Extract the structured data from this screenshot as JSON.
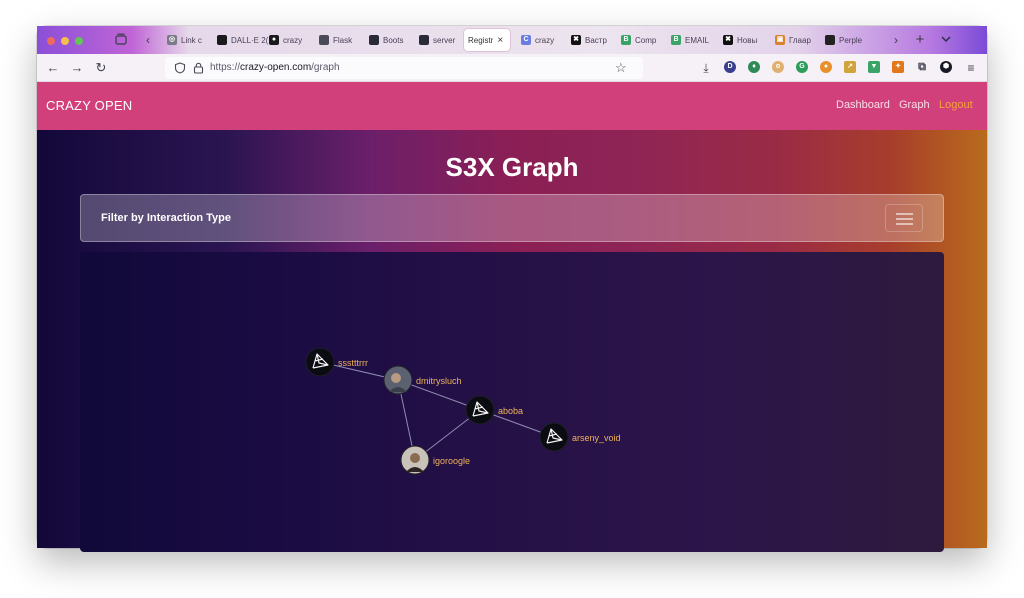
{
  "browser": {
    "tabs": [
      {
        "label": "Link c",
        "icon": "globe-icon",
        "color": "#7a7a86"
      },
      {
        "label": "DALL·E 2(",
        "icon": "openai-icon",
        "color": "#1a1a1a"
      },
      {
        "label": "crazy",
        "icon": "github-icon",
        "color": "#1a1a1a"
      },
      {
        "label": "Flask",
        "icon": "table-icon",
        "color": "#4a4a58"
      },
      {
        "label": "Boots",
        "icon": "bootstrap-icon",
        "color": "#2a2a38"
      },
      {
        "label": "server",
        "icon": "server-icon",
        "color": "#2a2a38"
      },
      {
        "label": "Registr",
        "icon": "none",
        "color": "#ffffff",
        "active": true
      },
      {
        "label": "crazy",
        "icon": "c-icon",
        "color": "#6a7ee0"
      },
      {
        "label": "Вастр",
        "icon": "x-icon",
        "color": "#111111"
      },
      {
        "label": "Comp",
        "icon": "b-icon",
        "color": "#3aa468"
      },
      {
        "label": "EMAIL",
        "icon": "b-icon",
        "color": "#3aa468"
      },
      {
        "label": "Новы",
        "icon": "x-icon",
        "color": "#111111"
      },
      {
        "label": "Глаар",
        "icon": "image-icon",
        "color": "#d9822b"
      },
      {
        "label": "Perple",
        "icon": "perplexity-icon",
        "color": "#222222"
      }
    ],
    "url_prefix": "https://",
    "url_host": "crazy-open.com",
    "url_path": "/graph"
  },
  "site": {
    "brand": "CRAZY OPEN",
    "nav": {
      "dashboard": "Dashboard",
      "graph": "Graph",
      "logout": "Logout"
    },
    "title": "S3X Graph",
    "filter_label": "Filter by Interaction Type",
    "colors": {
      "header": "#d2407b",
      "logout": "#f5a23c",
      "node_label": "#f0b35a"
    }
  },
  "graph": {
    "nodes": [
      {
        "id": "sssttrrr",
        "label": "ssstttrrr",
        "avatar": "logo"
      },
      {
        "id": "dmitrysluch",
        "label": "dmitrysluch",
        "avatar": "photo"
      },
      {
        "id": "aboba",
        "label": "aboba",
        "avatar": "logo"
      },
      {
        "id": "arseny_void",
        "label": "arseny_void",
        "avatar": "logo"
      },
      {
        "id": "igoroogle",
        "label": "igoroogle",
        "avatar": "photo"
      }
    ],
    "edges": [
      {
        "source": "sssttrrr",
        "target": "dmitrysluch"
      },
      {
        "source": "dmitrysluch",
        "target": "aboba"
      },
      {
        "source": "dmitrysluch",
        "target": "igoroogle"
      },
      {
        "source": "aboba",
        "target": "igoroogle"
      },
      {
        "source": "aboba",
        "target": "arseny_void"
      }
    ]
  }
}
